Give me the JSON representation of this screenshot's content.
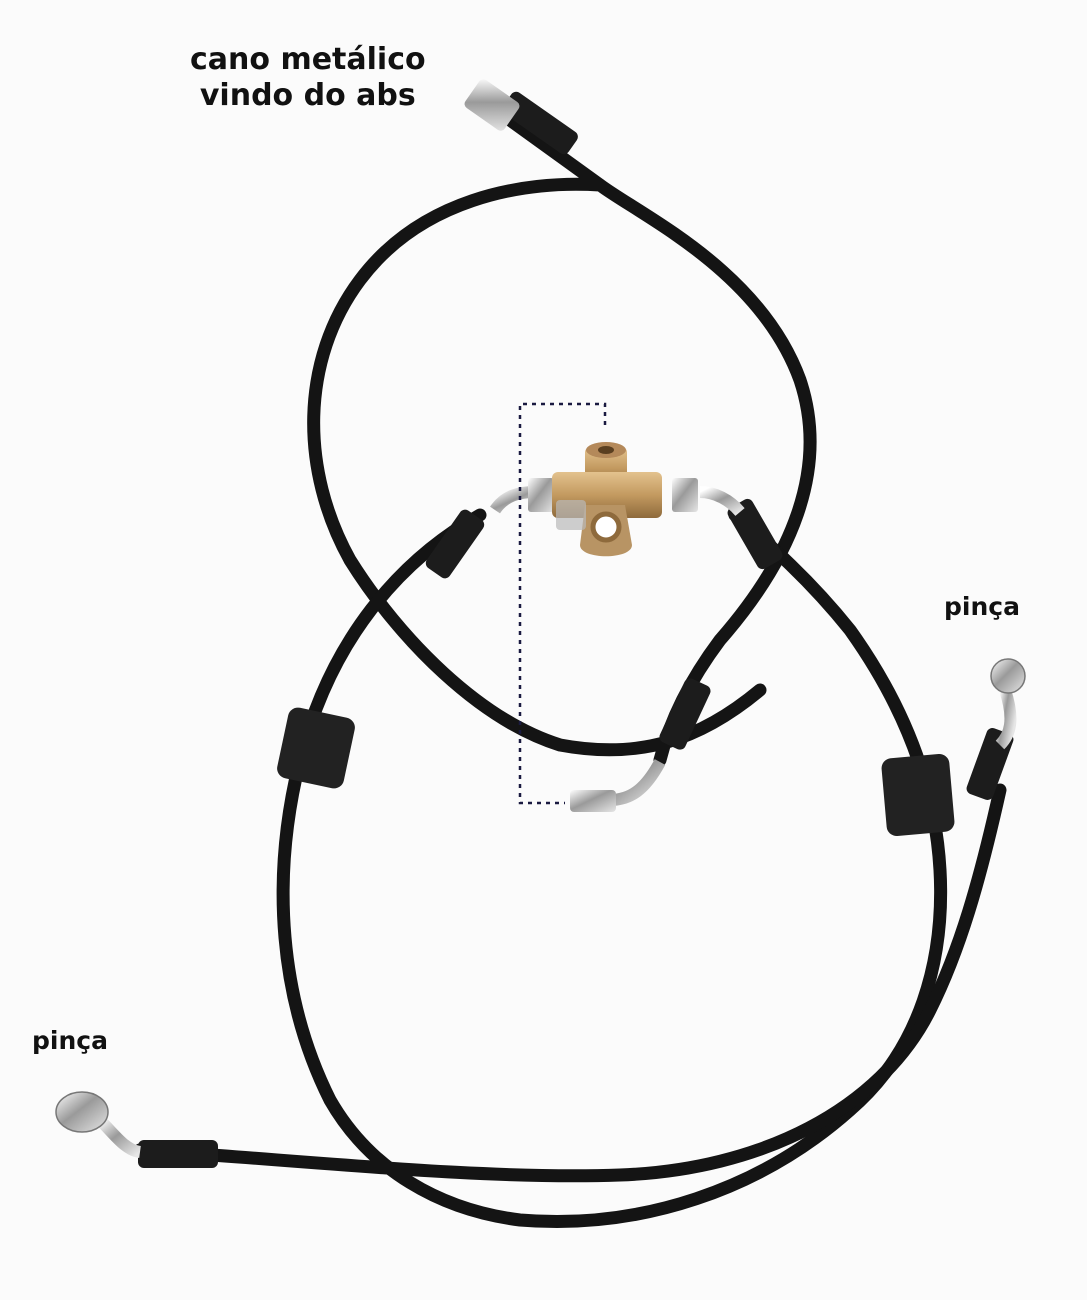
{
  "labels": {
    "metal_pipe_line1": "cano metálico",
    "metal_pipe_line2": "vindo do abs",
    "caliper_right": "pinça",
    "caliper_left": "pinça"
  },
  "colors": {
    "background": "#fbfbfb",
    "hose": "#141414",
    "brass_tee": "#c9a46c",
    "chrome": "#d8d8d8",
    "text": "#111111"
  }
}
